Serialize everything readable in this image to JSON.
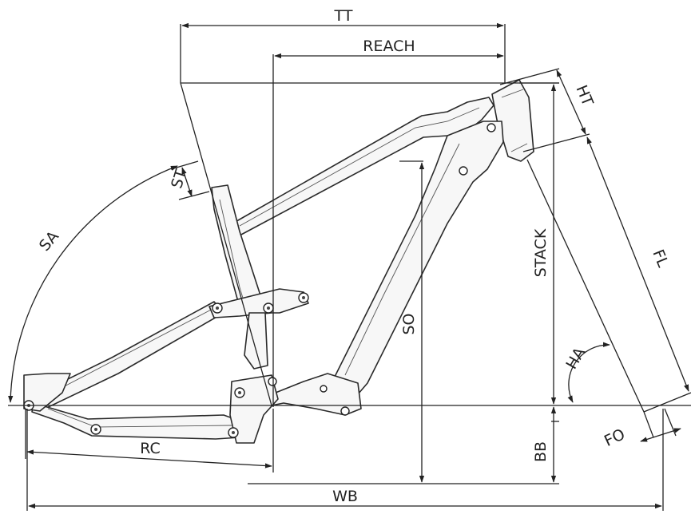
{
  "labels": {
    "tt": "TT",
    "reach": "REACH",
    "ht": "HT",
    "st": "ST",
    "sa": "SA",
    "stack": "STACK",
    "fl": "FL",
    "so": "SO",
    "ha": "HA",
    "fo": "FO",
    "rc": "RC",
    "bb": "BB",
    "wb": "WB"
  },
  "colors": {
    "line": "#222222",
    "frame_fill": "#f7f7f7",
    "background": "#ffffff"
  }
}
